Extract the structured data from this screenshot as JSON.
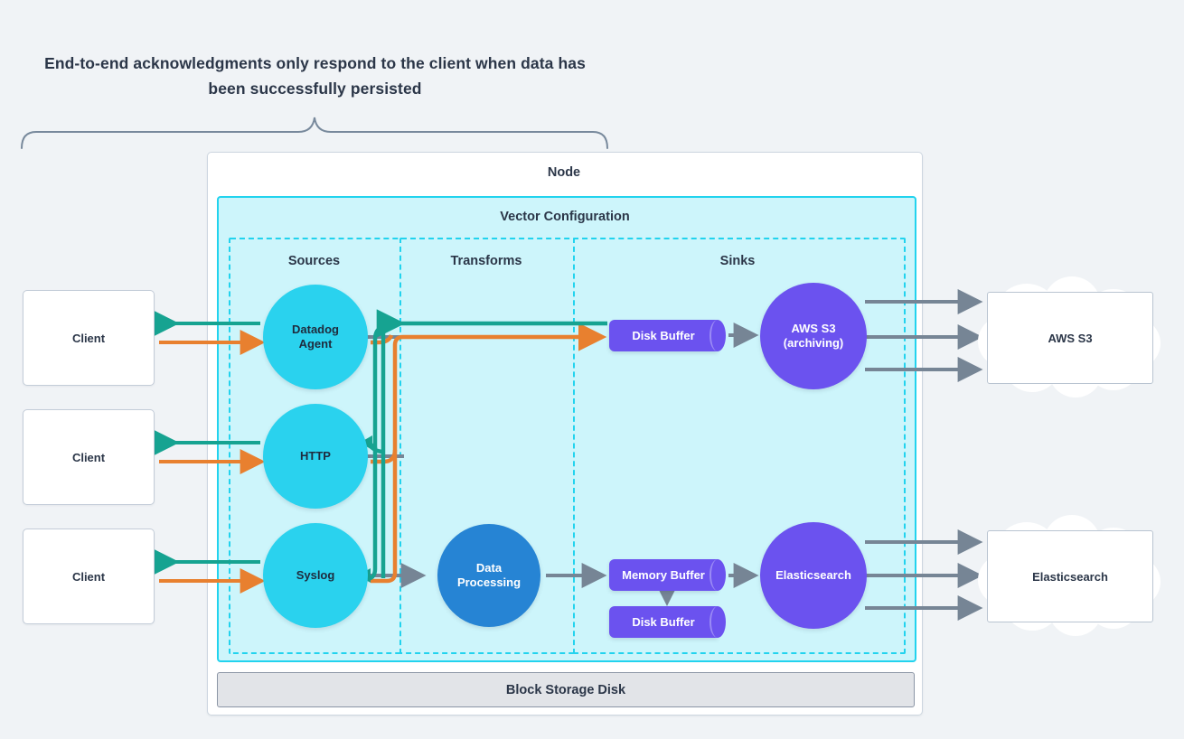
{
  "caption": {
    "line1": "End-to-end acknowledgments only respond to the client when data",
    "line2": "has been successfully persisted",
    "full": "End-to-end acknowledgments only respond to the client when data has been successfully persisted"
  },
  "node": {
    "title": "Node",
    "block_storage": "Block Storage Disk"
  },
  "vector": {
    "title": "Vector Configuration",
    "columns": [
      {
        "id": "sources",
        "title": "Sources"
      },
      {
        "id": "transforms",
        "title": "Transforms"
      },
      {
        "id": "sinks",
        "title": "Sinks"
      }
    ]
  },
  "clients": [
    {
      "label": "Client"
    },
    {
      "label": "Client"
    },
    {
      "label": "Client"
    }
  ],
  "sources": [
    {
      "label": "Datadog Agent",
      "line1": "Datadog",
      "line2": "Agent"
    },
    {
      "label": "HTTP",
      "line1": "HTTP",
      "line2": ""
    },
    {
      "label": "Syslog",
      "line1": "Syslog",
      "line2": ""
    }
  ],
  "transforms": [
    {
      "label": "Data Processing",
      "line1": "Data",
      "line2": "Processing"
    }
  ],
  "buffers": [
    {
      "id": "disk-top",
      "label": "Disk Buffer"
    },
    {
      "id": "memory",
      "label": "Memory Buffer"
    },
    {
      "id": "disk-bot",
      "label": "Disk Buffer"
    }
  ],
  "sinks": [
    {
      "label": "AWS S3 (archiving)",
      "line1": "AWS S3",
      "line2": "(archiving)"
    },
    {
      "label": "Elasticsearch",
      "line1": "Elasticsearch",
      "line2": ""
    }
  ],
  "destinations": [
    {
      "label": "AWS S3"
    },
    {
      "label": "Elasticsearch"
    }
  ],
  "colors": {
    "background": "#f0f3f6",
    "node_fill": "#ffffff",
    "node_border": "#cdd6e0",
    "vector_fill": "#cdf5fb",
    "vector_border": "#22d3ee",
    "column_dash": "#22d3ee",
    "source_circle": "#2ad2ee",
    "transform_circle": "#2684d4",
    "sink_circle": "#6b52ef",
    "buffer_fill": "#6b52ef",
    "ack_line": "#16a391",
    "data_line": "#e8802f",
    "flow_line": "#768595",
    "block_storage_fill": "#e2e4e8",
    "text_dark": "#2b3648",
    "cloud_fill": "#ffffff"
  },
  "legend_semantics": {
    "teal_line": "acknowledgment returned to client",
    "orange_line": "data ingested from client forwarded to sink buffer",
    "gray_line": "internal processing flow"
  }
}
